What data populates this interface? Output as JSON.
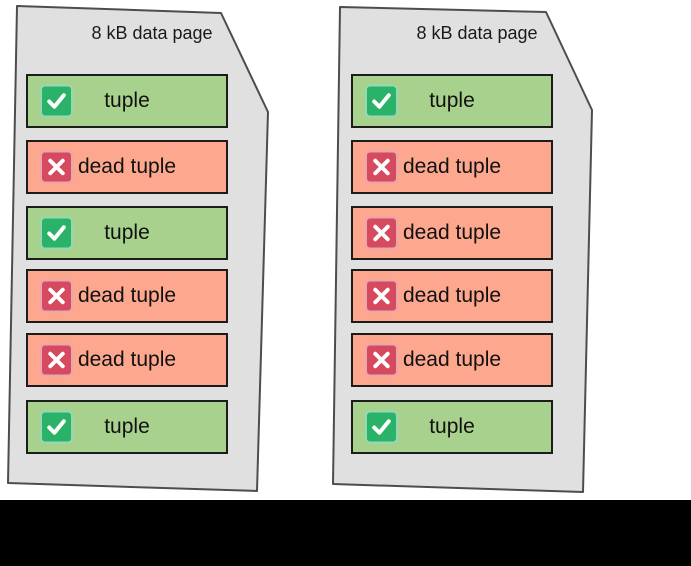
{
  "colors": {
    "page_fill": "#e0e0e0",
    "page_stroke": "#4d4d4d",
    "live_row": "#a9d18e",
    "dead_row": "#fca78e",
    "live_icon": "#2bb269",
    "dead_icon": "#d54a5f",
    "row_border": "#1c1c1c",
    "black_bar": "#000000"
  },
  "pages": [
    {
      "title": "8 kB data page",
      "rows": [
        {
          "label": "tuple",
          "status": "live",
          "icon": "check-icon"
        },
        {
          "label": "dead tuple",
          "status": "dead",
          "icon": "cross-icon"
        },
        {
          "label": "tuple",
          "status": "live",
          "icon": "check-icon"
        },
        {
          "label": "dead tuple",
          "status": "dead",
          "icon": "cross-icon"
        },
        {
          "label": "dead tuple",
          "status": "dead",
          "icon": "cross-icon"
        },
        {
          "label": "tuple",
          "status": "live",
          "icon": "check-icon"
        }
      ]
    },
    {
      "title": "8 kB data page",
      "rows": [
        {
          "label": "tuple",
          "status": "live",
          "icon": "check-icon"
        },
        {
          "label": "dead tuple",
          "status": "dead",
          "icon": "cross-icon"
        },
        {
          "label": "dead tuple",
          "status": "dead",
          "icon": "cross-icon"
        },
        {
          "label": "dead tuple",
          "status": "dead",
          "icon": "cross-icon"
        },
        {
          "label": "dead tuple",
          "status": "dead",
          "icon": "cross-icon"
        },
        {
          "label": "tuple",
          "status": "live",
          "icon": "check-icon"
        }
      ]
    }
  ]
}
